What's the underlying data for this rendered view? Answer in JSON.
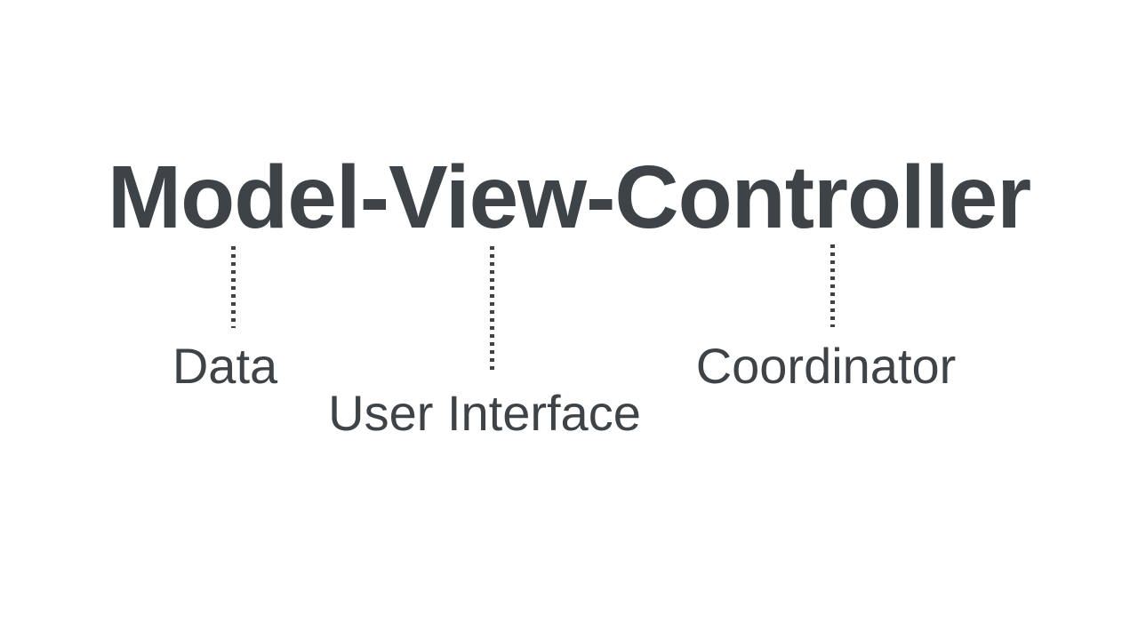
{
  "diagram": {
    "title": "Model-View-Controller",
    "annotations": [
      {
        "term": "Model",
        "label": "Data"
      },
      {
        "term": "View",
        "label": "User Interface"
      },
      {
        "term": "Controller",
        "label": "Coordinator"
      }
    ],
    "connector_style": "vertical-dotted-square-dots",
    "colors": {
      "ink": "#3e4347",
      "background": "#ffffff"
    }
  }
}
